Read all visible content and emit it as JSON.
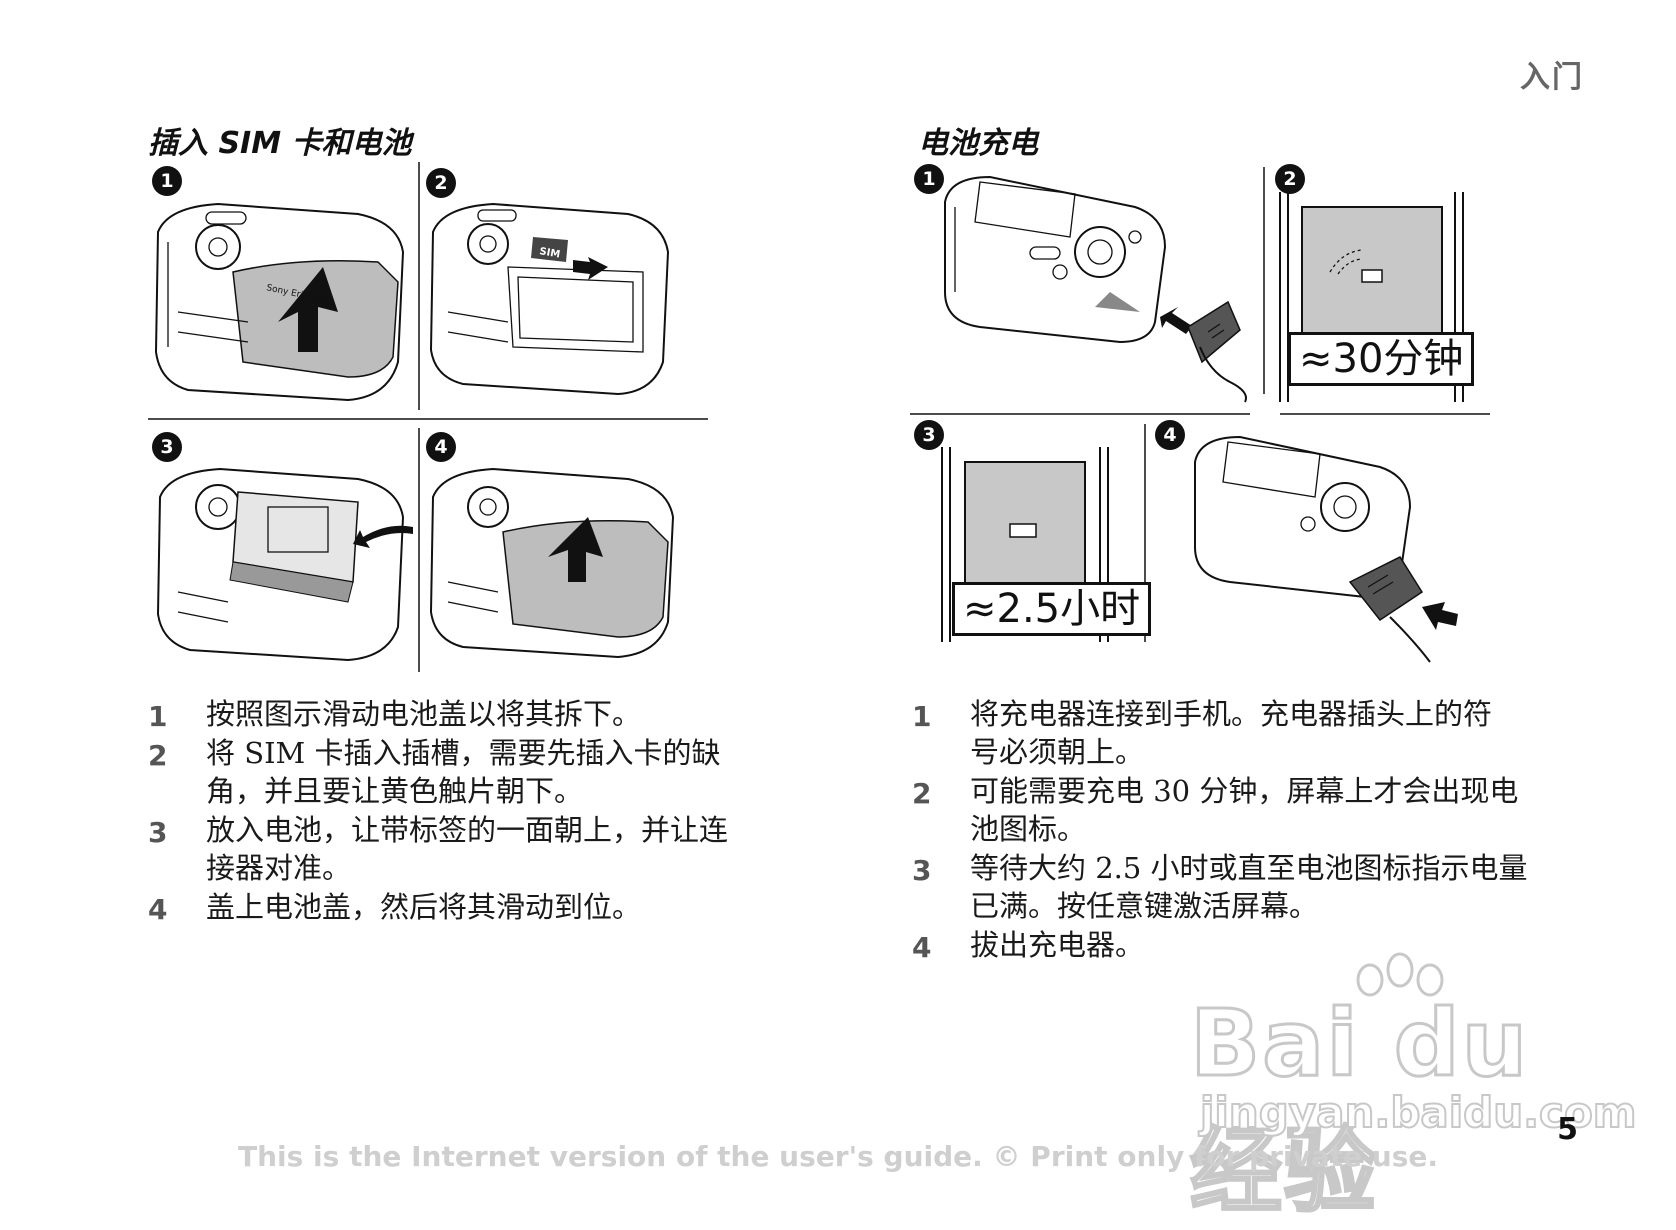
{
  "header": {
    "section": "入门"
  },
  "left": {
    "title": "插入 SIM 卡和电池",
    "figure": {
      "badges": [
        "1",
        "2",
        "3",
        "4"
      ],
      "labels": {
        "sim": "SIM",
        "brand": "Sony Ericsson"
      }
    },
    "steps": [
      {
        "num": "1",
        "lines": [
          "按照图示滑动电池盖以将其拆下。"
        ]
      },
      {
        "num": "2",
        "lines": [
          "将 SIM 卡插入插槽，需要先插入卡的缺",
          "角，并且要让黄色触片朝下。"
        ]
      },
      {
        "num": "3",
        "lines": [
          "放入电池，让带标签的一面朝上，并让连",
          "接器对准。"
        ]
      },
      {
        "num": "4",
        "lines": [
          "盖上电池盖，然后将其滑动到位。"
        ]
      }
    ]
  },
  "right": {
    "title": "电池充电",
    "figure": {
      "badges": [
        "1",
        "2",
        "3",
        "4"
      ],
      "callouts": {
        "charge_start": "≈30分钟",
        "charge_full": "≈2.5小时"
      }
    },
    "steps": [
      {
        "num": "1",
        "lines": [
          "将充电器连接到手机。充电器插头上的符",
          "号必须朝上。"
        ]
      },
      {
        "num": "2",
        "lines": [
          "可能需要充电 30 分钟，屏幕上才会出现电",
          "池图标。"
        ]
      },
      {
        "num": "3",
        "lines": [
          "等待大约 2.5 小时或直至电池图标指示电量",
          "已满。按任意键激活屏幕。"
        ]
      },
      {
        "num": "4",
        "lines": [
          "拔出充电器。"
        ]
      }
    ]
  },
  "page_number": "5",
  "footer": "This is the Internet version of the user's guide. © Print only for private use.",
  "watermark": {
    "brand": "Bai du 经验",
    "url": "jingyan.baidu.com"
  }
}
